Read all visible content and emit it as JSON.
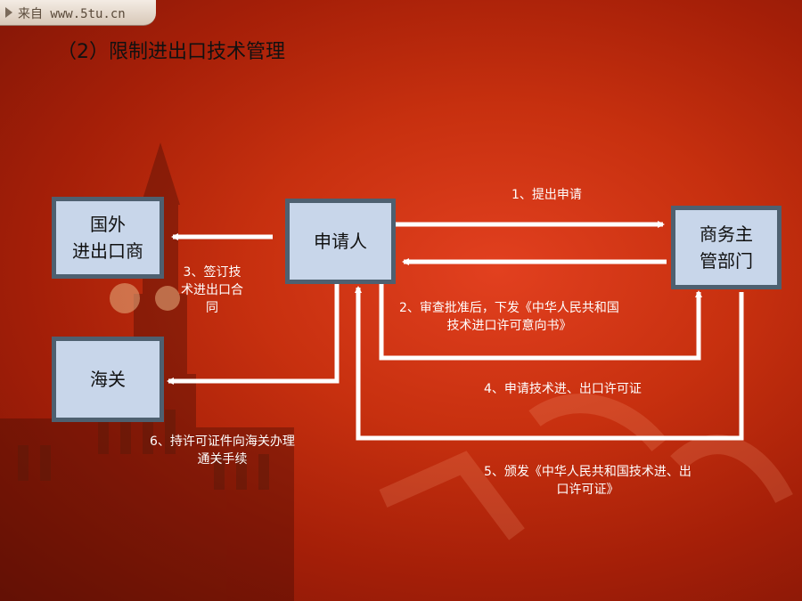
{
  "header": {
    "source_text": "来自 www.5tu.cn"
  },
  "slide": {
    "title": "（2）限制进出口技术管理"
  },
  "nodes": {
    "foreign_trader": "国外\n进出口商",
    "applicant": "申请人",
    "commerce_dept": "商务主\n管部门",
    "customs": "海关"
  },
  "steps": {
    "s1": "1、提出申请",
    "s2_line1": "2、审查批准后，下发《中华人民共和国",
    "s2_line2": "技术进口许可意向书》",
    "s3_line1": "3、签订技",
    "s3_line2": "术进出口合",
    "s3_line3": "同",
    "s4": "4、申请技术进、出口许可证",
    "s5_line1": "5、颁发《中华人民共和国技术进、出",
    "s5_line2": "口许可证》",
    "s6_line1": "6、持许可证件向海关办理",
    "s6_line2": "通关手续"
  },
  "colors": {
    "box_fill": "#c8d6ea",
    "box_border": "#4e6070",
    "arrow": "#ffffff",
    "background": "#c7300f"
  }
}
